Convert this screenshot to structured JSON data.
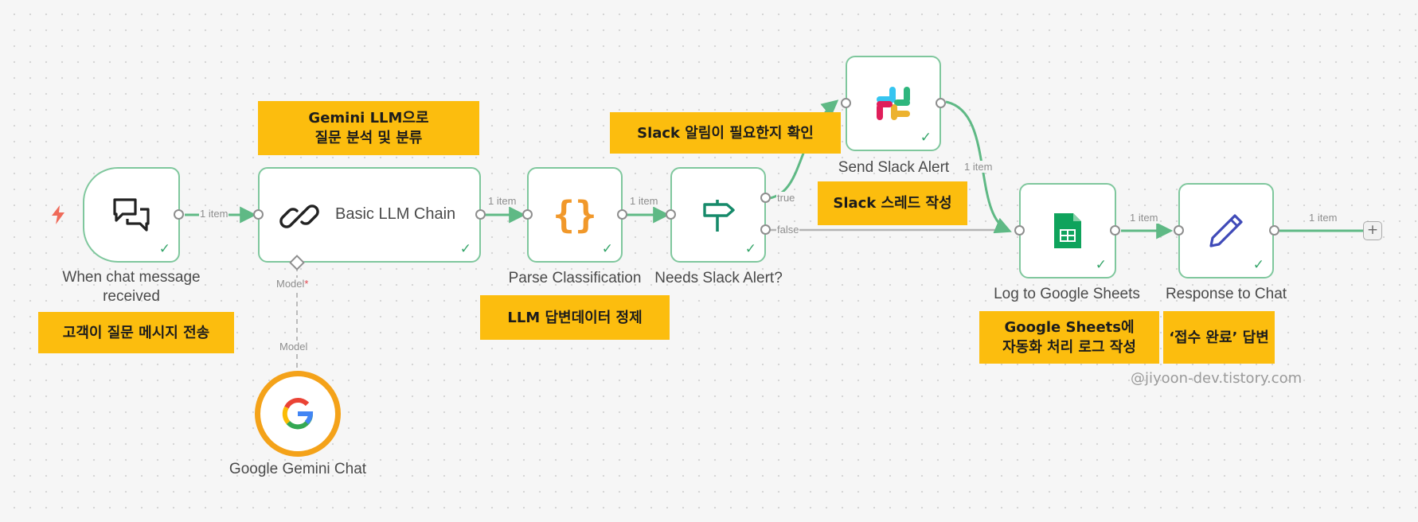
{
  "nodes": {
    "chat_trigger": {
      "label_line1": "When chat message",
      "label_line2": "received"
    },
    "llm_chain": {
      "title": "Basic LLM Chain"
    },
    "parse": {
      "label": "Parse Classification"
    },
    "needs_alert": {
      "label": "Needs Slack Alert?"
    },
    "slack": {
      "label": "Send Slack Alert"
    },
    "sheets": {
      "label": "Log to Google Sheets"
    },
    "response": {
      "label": "Response to Chat"
    },
    "gemini": {
      "label": "Google Gemini Chat"
    }
  },
  "connections": {
    "trigger_to_chain": "1 item",
    "chain_to_parse": "1 item",
    "parse_to_if": "1 item",
    "if_true": "true",
    "if_false": "false",
    "slack_to_sheets": "1 item",
    "sheets_to_response": "1 item",
    "response_out": "1 item",
    "model_port": "Model",
    "model_required_mark": "*",
    "model_link": "Model"
  },
  "annotations": {
    "trigger_note": "고객이 질문 메시지 전송",
    "llm_note_line1": "Gemini LLM으로",
    "llm_note_line2": "질문 분석 및 분류",
    "parse_note": "LLM 답변데이터 정제",
    "if_note": "Slack 알림이 필요한지 확인",
    "slack_note": "Slack 스레드 작성",
    "sheets_note_line1": "Google Sheets에",
    "sheets_note_line2": "자동화 처리 로그 작성",
    "response_note": "‘접수 완료’ 답변"
  },
  "watermark": "@jiyoon-dev.tistory.com",
  "icons": {
    "trigger": "lightning-bolt-icon",
    "chat": "chat-bubbles-icon",
    "chain": "chain-link-icon",
    "code": "curly-braces-icon",
    "if": "signpost-icon",
    "slack": "slack-logo-icon",
    "sheets": "google-sheets-icon",
    "response": "pencil-icon",
    "gemini": "google-g-icon",
    "add": "plus-icon"
  },
  "colors": {
    "node_border": "#7fc79d",
    "wire": "#5fb985",
    "check": "#35a56a",
    "note_bg": "#fcbd0e",
    "gemini_ring": "#f4a219",
    "trigger_bolt": "#ef6b5a"
  }
}
